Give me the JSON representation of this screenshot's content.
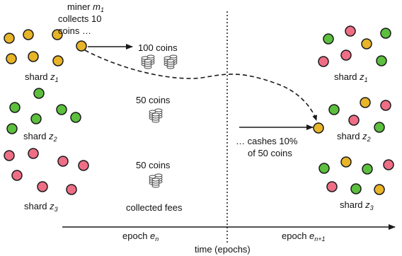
{
  "colors": {
    "orange": "#e8b428",
    "green": "#5cbf3e",
    "pink": "#ef6e86",
    "stroke": "#1a1a1a",
    "coin": "#b8b8b8"
  },
  "miner_text": {
    "line1_prefix": "miner ",
    "line1_var": "m",
    "line1_sub": "1",
    "line2": "collects 10",
    "line3": "coins …"
  },
  "left": {
    "shard1": {
      "prefix": "shard ",
      "var": "z",
      "sub": "1"
    },
    "shard2": {
      "prefix": "shard ",
      "var": "z",
      "sub": "2"
    },
    "shard3": {
      "prefix": "shard ",
      "var": "z",
      "sub": "3"
    }
  },
  "right": {
    "shard1": {
      "prefix": "shard ",
      "var": "z",
      "sub": "1"
    },
    "shard2": {
      "prefix": "shard ",
      "var": "z",
      "sub": "2"
    },
    "shard3": {
      "prefix": "shard ",
      "var": "z",
      "sub": "3"
    }
  },
  "coins": {
    "top": "100 coins",
    "mid": "50 coins",
    "bot": "50 coins",
    "fees": "collected fees"
  },
  "cashes": {
    "line1": "… cashes 10%",
    "line2": "of 50 coins"
  },
  "axis": {
    "epoch_left_prefix": "epoch ",
    "epoch_left_var": "e",
    "epoch_left_sub": "n",
    "epoch_right_prefix": "epoch ",
    "epoch_right_var": "e",
    "epoch_right_sub": "n+1",
    "time_label": "time (epochs)"
  },
  "icons": {
    "coin_stack": "coin-stack-icon"
  }
}
